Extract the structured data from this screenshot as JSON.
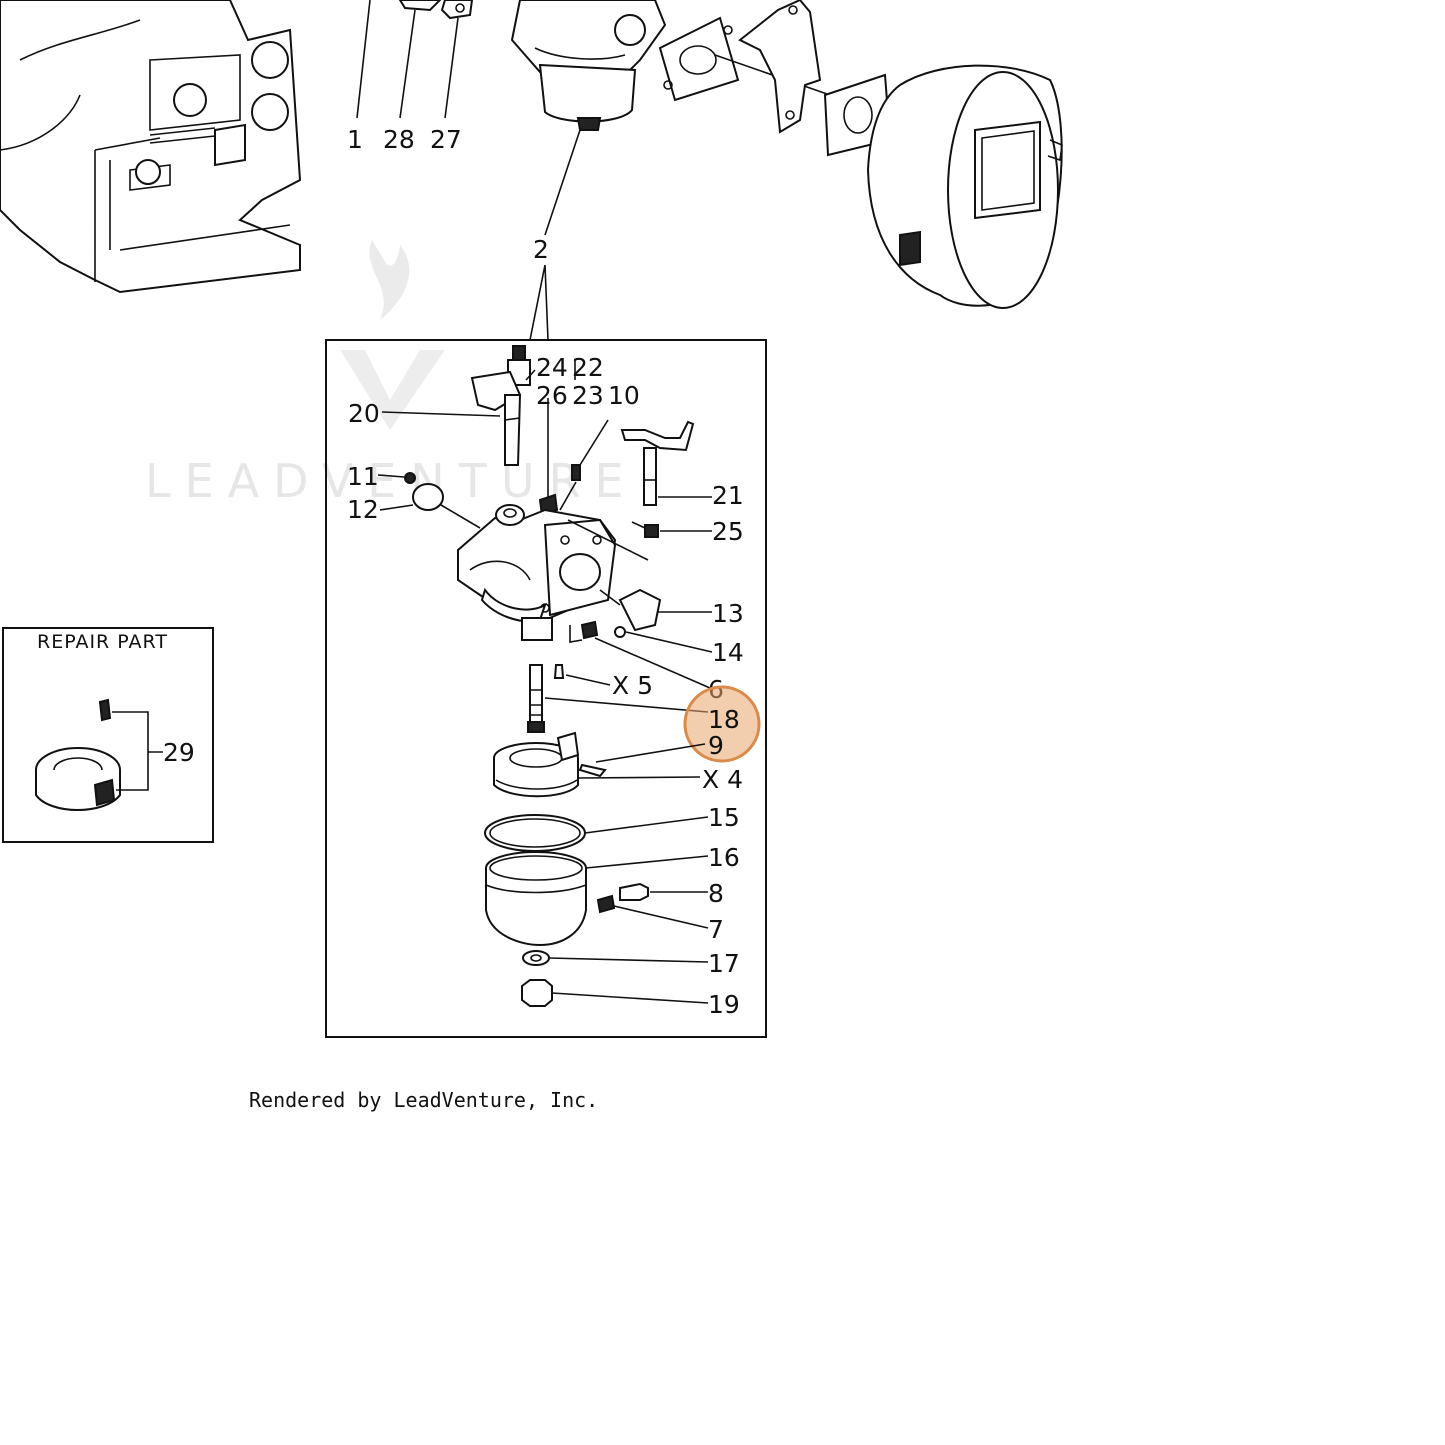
{
  "callouts": {
    "c1": "1",
    "c28": "28",
    "c27": "27",
    "c2": "2",
    "c24": "24",
    "c22": "22",
    "c26": "26",
    "c23": "23",
    "c10": "10",
    "c20": "20",
    "c11": "11",
    "c12": "12",
    "c21": "21",
    "c25": "25",
    "c13": "13",
    "c14": "14",
    "c5": "X 5",
    "c6": "6",
    "c18": "18",
    "c9": "9",
    "c4": "X 4",
    "c15": "15",
    "c16": "16",
    "c8": "8",
    "c7": "7",
    "c17": "17",
    "c19": "19",
    "c29": "29"
  },
  "repair_box": {
    "title": "REPAIR PART"
  },
  "watermark": {
    "text": "LEADVENTURE"
  },
  "footer": {
    "credit": "Rendered by LeadVenture, Inc."
  },
  "highlight": {
    "part": "18",
    "color": "#e8a56b"
  },
  "colors": {
    "ink": "#111111",
    "highlight": "#e8a56b",
    "watermark": "#e4e4e4"
  }
}
